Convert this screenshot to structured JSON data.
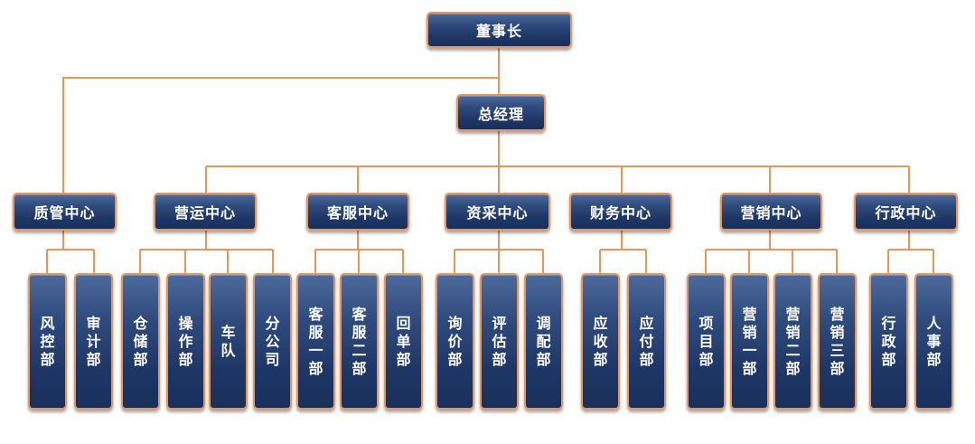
{
  "colors": {
    "line": "#e8955a",
    "box_fill": "#1f3766",
    "box_border": "#e8955a",
    "text": "#ffffff"
  },
  "chairman": "董事长",
  "general_manager": "总经理",
  "centers": [
    {
      "name": "质管中心",
      "departments": [
        "风控部",
        "审计部"
      ]
    },
    {
      "name": "营运中心",
      "departments": [
        "仓储部",
        "操作部",
        "车 队",
        "分公司"
      ]
    },
    {
      "name": "客服中心",
      "departments": [
        "客服一部",
        "客服二部",
        "回单部"
      ]
    },
    {
      "name": "资采中心",
      "departments": [
        "询价部",
        "评估部",
        "调配部"
      ]
    },
    {
      "name": "财务中心",
      "departments": [
        "应收部",
        "应付部"
      ]
    },
    {
      "name": "营销中心",
      "departments": [
        "项目部",
        "营销一部",
        "营销二部",
        "营销三部"
      ]
    },
    {
      "name": "行政中心",
      "departments": [
        "行政部",
        "人事部"
      ]
    }
  ]
}
